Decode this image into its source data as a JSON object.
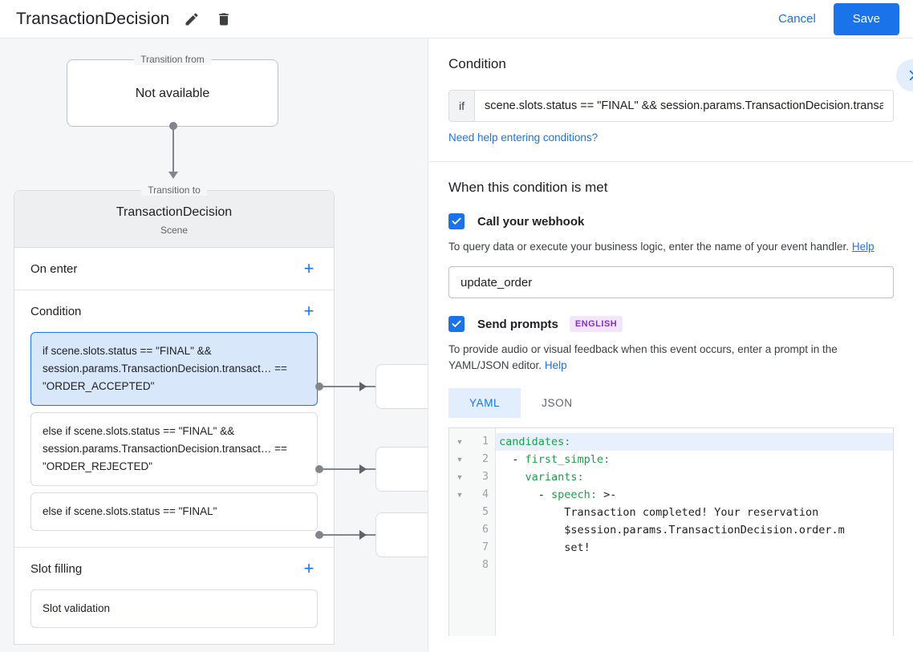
{
  "topbar": {
    "title": "TransactionDecision",
    "edit_icon": "pencil-icon",
    "delete_icon": "trash-icon",
    "cancel_label": "Cancel",
    "save_label": "Save",
    "accent": "#1a73e8"
  },
  "canvas": {
    "transition_from": {
      "legend": "Transition from",
      "value": "Not available"
    },
    "transition_to": {
      "legend": "Transition to",
      "name": "TransactionDecision",
      "type": "Scene"
    },
    "sections": [
      {
        "title": "On enter",
        "add_label": "+"
      },
      {
        "title": "Condition",
        "add_label": "+"
      },
      {
        "title": "Slot filling",
        "add_label": "+"
      }
    ],
    "conditions": [
      {
        "text": "if scene.slots.status == \"FINAL\" && session.params.TransactionDecision.transact… == \"ORDER_ACCEPTED\"",
        "selected": true
      },
      {
        "text": "else if scene.slots.status == \"FINAL\" && session.params.TransactionDecision.transact… == \"ORDER_REJECTED\"",
        "selected": false
      },
      {
        "text": "else if scene.slots.status == \"FINAL\"",
        "selected": false
      }
    ],
    "slot_filling_items": [
      {
        "text": "Slot validation"
      }
    ]
  },
  "right_panel": {
    "heading": "Condition",
    "expand_icon": "chevron-right-icon",
    "if_label": "if",
    "condition_value": "scene.slots.status == \"FINAL\" && session.params.TransactionDecision.transactionDecision",
    "condition_placeholder": "Enter a condition",
    "help_conditions_link": "Need help entering conditions?",
    "when_met_heading": "When this condition is met",
    "webhook": {
      "checkbox_state": "checked",
      "label": "Call your webhook",
      "description": "To query data or execute your business logic, enter the name of your event handler.",
      "help_label": "Help",
      "handler_value": "update_order",
      "handler_placeholder": "Event handler name"
    },
    "prompts": {
      "checkbox_state": "checked",
      "label": "Send prompts",
      "badge": "ENGLISH",
      "badge_bg": "#f3e5fb",
      "badge_color": "#8430ce",
      "description": "To provide audio or visual feedback when this event occurs, enter a prompt in the YAML/JSON editor.",
      "help_label": "Help",
      "tabs": [
        {
          "label": "YAML",
          "active": true
        },
        {
          "label": "JSON",
          "active": false
        }
      ]
    },
    "editor": {
      "line_numbers": [
        "1",
        "2",
        "3",
        "4",
        "5",
        "6",
        "7",
        "8"
      ],
      "fold_rows": 4,
      "highlighted_line": 1,
      "lines": [
        {
          "indent": "",
          "key": "candidates:",
          "rest": ""
        },
        {
          "indent": "  ",
          "key": "",
          "rest": "- ",
          "key2": "first_simple:"
        },
        {
          "indent": "    ",
          "key": "variants:",
          "rest": ""
        },
        {
          "indent": "      ",
          "key": "",
          "rest": "- ",
          "key2": "speech:",
          "tail": " >-"
        },
        {
          "indent": "          ",
          "key": "",
          "rest": "Transaction completed! Your reservation"
        },
        {
          "indent": "          ",
          "key": "",
          "rest": "$session.params.TransactionDecision.order.m"
        },
        {
          "indent": "          ",
          "key": "",
          "rest": "set!"
        },
        {
          "indent": "",
          "key": "",
          "rest": ""
        }
      ]
    }
  }
}
